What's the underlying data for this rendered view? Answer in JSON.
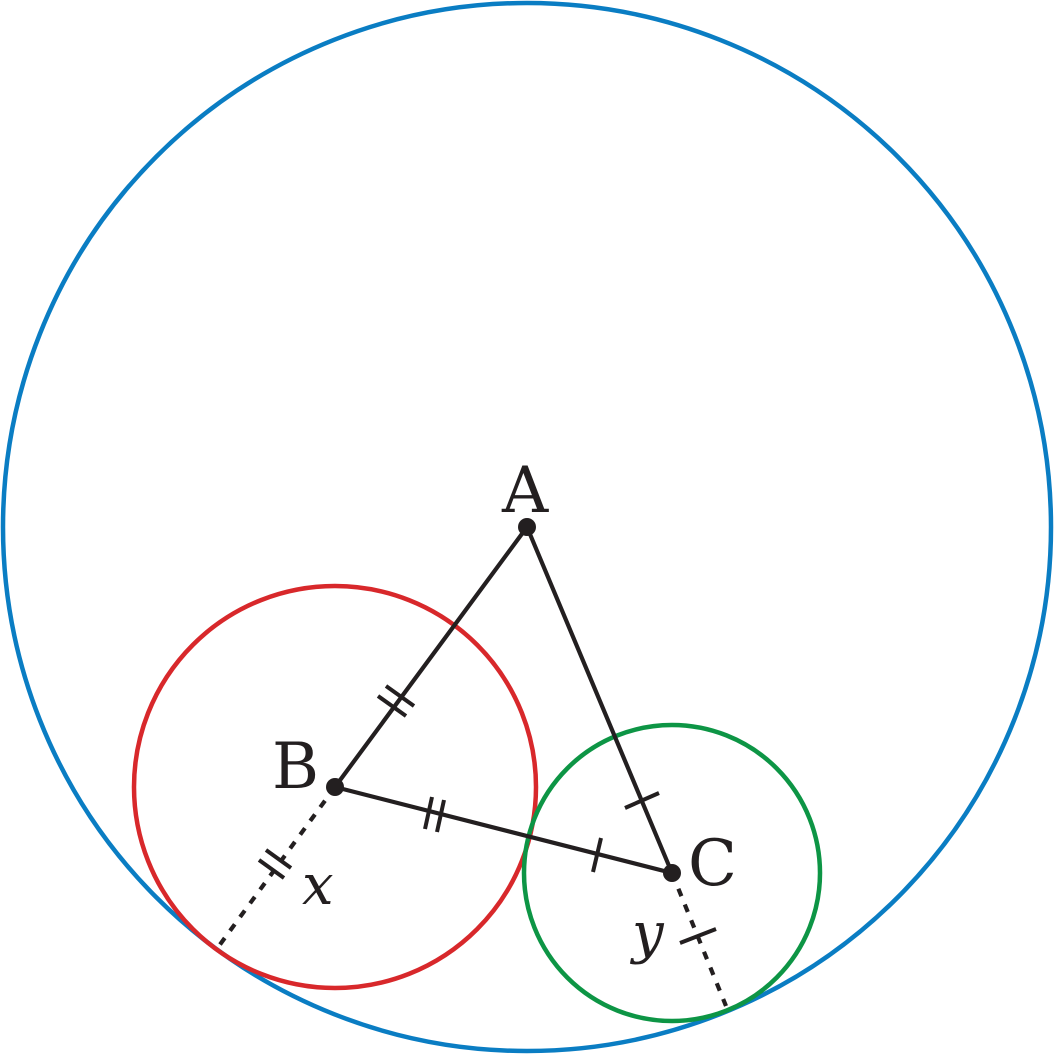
{
  "colors": {
    "outer_circle": "#0a7dc3",
    "circle_b": "#d8282b",
    "circle_c": "#0d9545",
    "ink": "#231f20"
  },
  "points": {
    "a": "A",
    "b": "B",
    "c": "C"
  },
  "variables": {
    "x": "x",
    "y": "y"
  }
}
